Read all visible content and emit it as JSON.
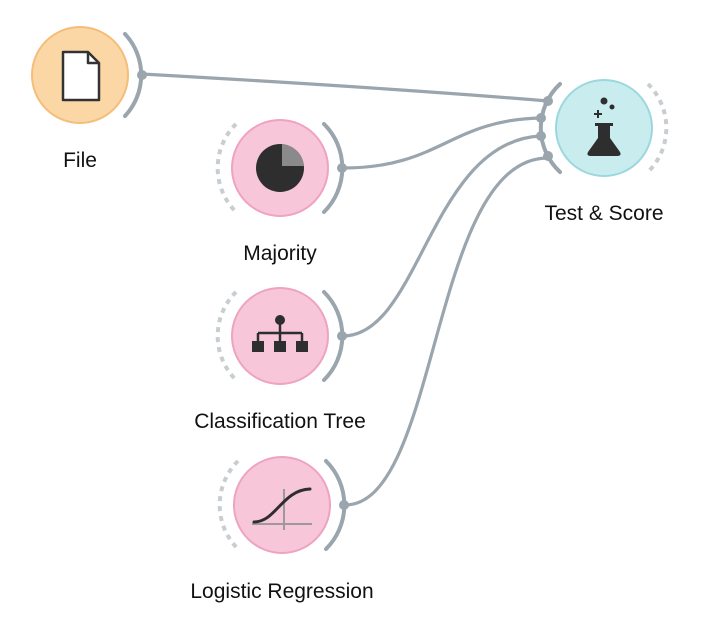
{
  "workflow": {
    "widgets": [
      {
        "id": "file",
        "label": "File",
        "icon": "document-icon",
        "color": "#fcd7a5",
        "border": "#f5b96a"
      },
      {
        "id": "majority",
        "label": "Majority",
        "icon": "pie-chart-icon",
        "color": "#f7c6d8",
        "border": "#ee9fbd"
      },
      {
        "id": "tree",
        "label": "Classification Tree",
        "icon": "tree-icon",
        "color": "#f7c6d8",
        "border": "#ee9fbd"
      },
      {
        "id": "logreg",
        "label": "Logistic Regression",
        "icon": "sigmoid-icon",
        "color": "#f7c6d8",
        "border": "#ee9fbd"
      },
      {
        "id": "testscore",
        "label": "Test & Score",
        "icon": "flask-icon",
        "color": "#c9ecef",
        "border": "#97d7dd"
      }
    ],
    "links": [
      {
        "from": "file",
        "to": "testscore"
      },
      {
        "from": "majority",
        "to": "testscore"
      },
      {
        "from": "tree",
        "to": "testscore"
      },
      {
        "from": "logreg",
        "to": "testscore"
      }
    ],
    "link_color": "#9aa5ae"
  }
}
